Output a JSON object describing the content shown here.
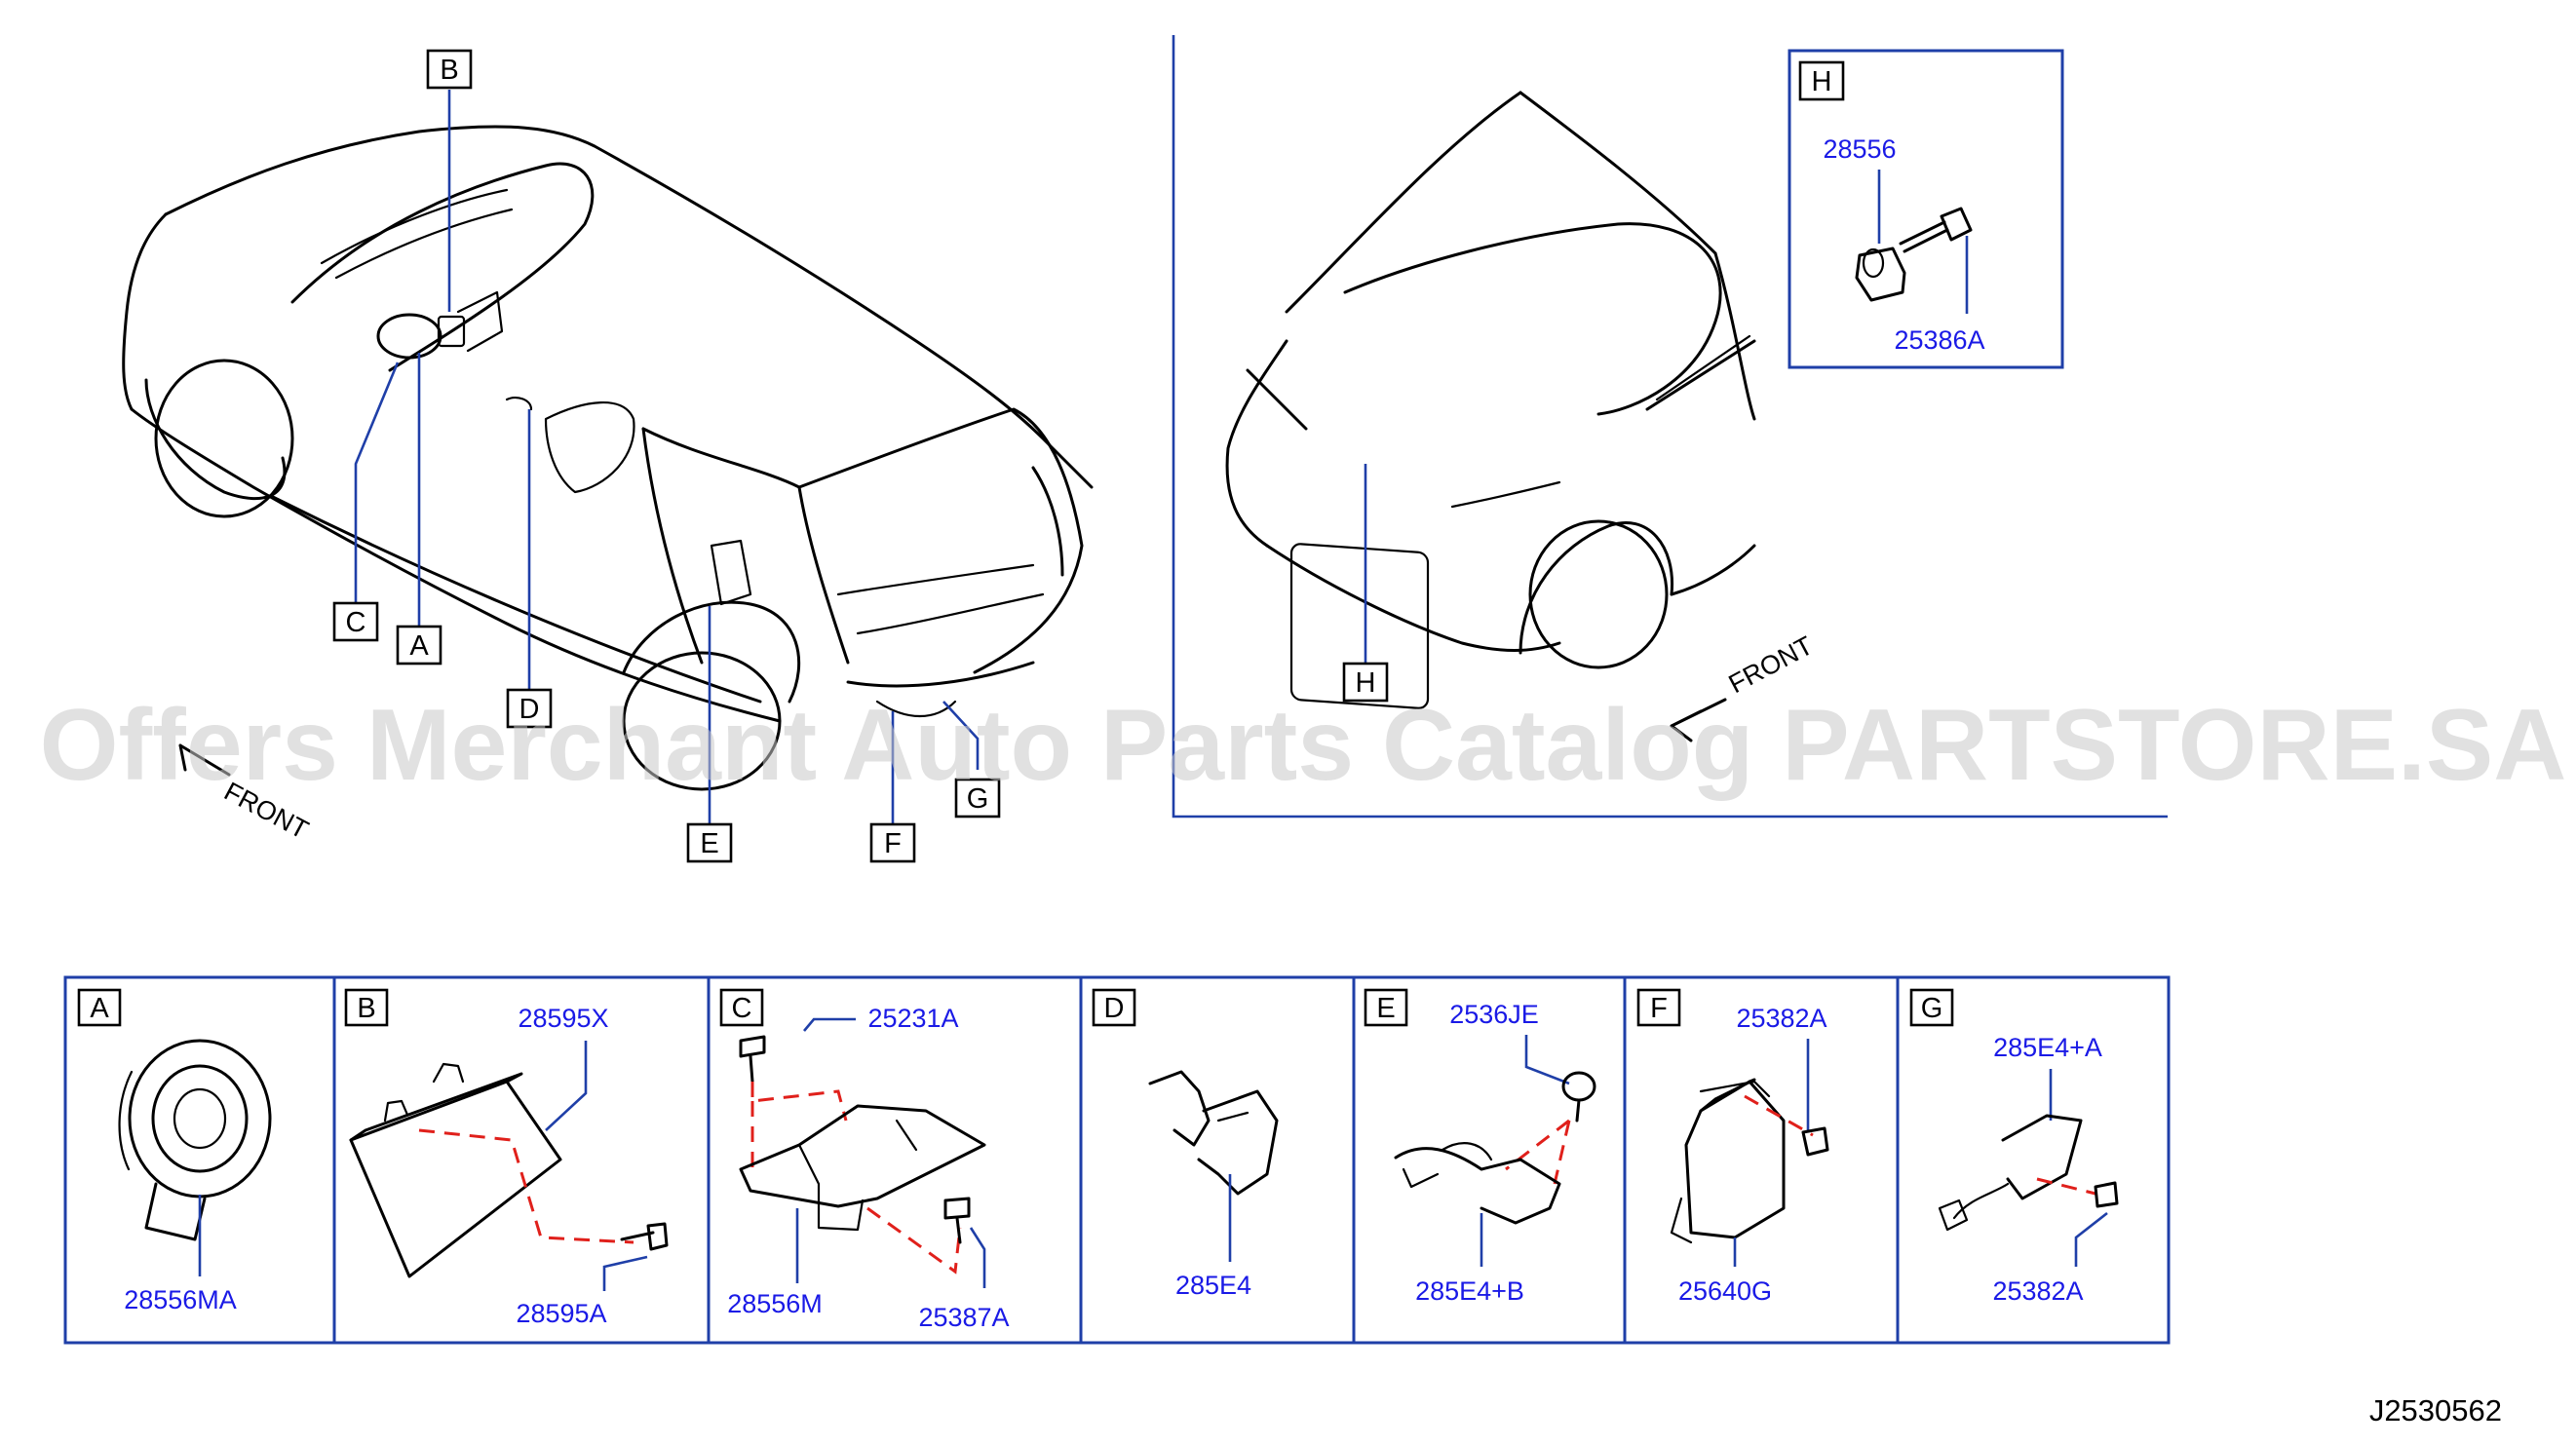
{
  "watermark": "Offers Merchant Auto Parts Catalog PARTSTORE.SA",
  "diagram_code": "J2530562",
  "front_labels": {
    "left": "FRONT",
    "right": "FRONT"
  },
  "overview_callouts": {
    "A": "A",
    "B": "B",
    "C": "C",
    "D": "D",
    "E": "E",
    "F": "F",
    "G": "G",
    "H": "H"
  },
  "detail_h": {
    "letter": "H",
    "parts": [
      "28556",
      "25386A"
    ]
  },
  "panels": [
    {
      "letter": "A",
      "parts": [
        "28556MA"
      ]
    },
    {
      "letter": "B",
      "parts": [
        "28595X",
        "28595A"
      ]
    },
    {
      "letter": "C",
      "parts": [
        "25231A",
        "28556M",
        "25387A"
      ]
    },
    {
      "letter": "D",
      "parts": [
        "285E4"
      ]
    },
    {
      "letter": "E",
      "parts": [
        "2536JE",
        "285E4+B"
      ]
    },
    {
      "letter": "F",
      "parts": [
        "25382A",
        "25640G"
      ]
    },
    {
      "letter": "G",
      "parts": [
        "285E4+A",
        "25382A"
      ]
    }
  ],
  "colors": {
    "callout_line": "#1f3fa8",
    "part_number": "#1a1ae6",
    "assembly_dash": "#e0201b",
    "watermark": "#c8c8c8"
  }
}
